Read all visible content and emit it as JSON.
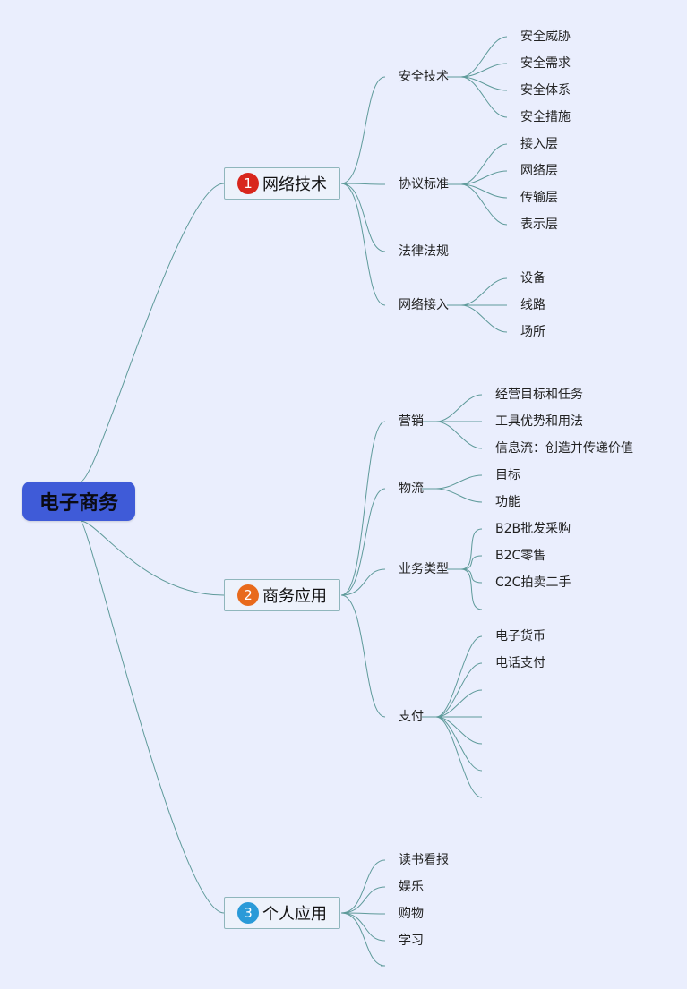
{
  "root": {
    "label": "电子商务",
    "color": "#3f5bd8"
  },
  "branches": [
    {
      "id": "b1",
      "num": "1",
      "label": "网络技术",
      "badge_color": "#d8261c",
      "children": [
        {
          "label": "安全技术",
          "children": [
            "安全威胁",
            "安全需求",
            "安全体系",
            "安全措施"
          ]
        },
        {
          "label": "协议标准",
          "children": [
            "接入层",
            "网络层",
            "传输层",
            "表示层"
          ]
        },
        {
          "label": "法律法规",
          "children": []
        },
        {
          "label": "网络接入",
          "children": [
            "设备",
            "线路",
            "场所"
          ]
        }
      ]
    },
    {
      "id": "b2",
      "num": "2",
      "label": "商务应用",
      "badge_color": "#e86a1c",
      "children": [
        {
          "label": "营销",
          "children": [
            "经营目标和任务",
            "工具优势和用法",
            "信息流：创造并传递价值"
          ]
        },
        {
          "label": "物流",
          "children": [
            "目标",
            "功能"
          ]
        },
        {
          "label": "业务类型",
          "children": [
            "B2B批发采购",
            "B2C零售",
            "C2C拍卖二手",
            ""
          ]
        },
        {
          "label": "支付",
          "children": [
            "电子货币",
            "电话支付",
            "",
            "",
            "",
            "",
            ""
          ]
        }
      ]
    },
    {
      "id": "b3",
      "num": "3",
      "label": "个人应用",
      "badge_color": "#2a9ad8",
      "children": [
        {
          "label": "读书看报",
          "children": []
        },
        {
          "label": "娱乐",
          "children": []
        },
        {
          "label": "购物",
          "children": []
        },
        {
          "label": "学习",
          "children": []
        },
        {
          "label": "",
          "children": []
        }
      ]
    }
  ]
}
